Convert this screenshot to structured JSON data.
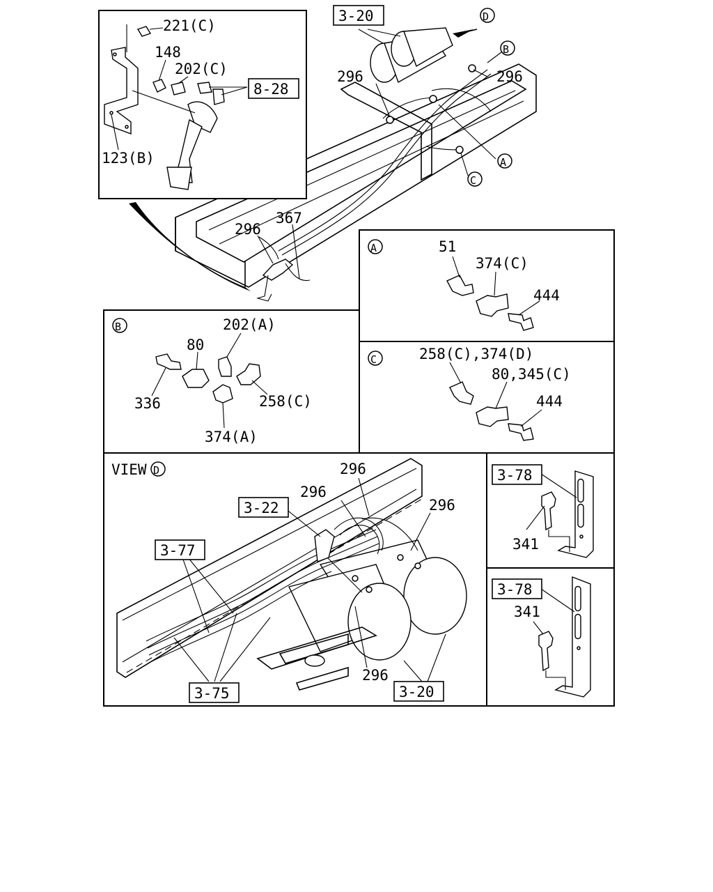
{
  "top": {
    "inset_labels": {
      "c221": "221(C)",
      "c148": "148",
      "c202c": "202(C)",
      "ref828": "8-28",
      "c123b": "123(B)"
    },
    "labels": {
      "ref320": "3-20",
      "viewD": "D",
      "markB": "B",
      "markA": "A",
      "markC": "C",
      "c296a": "296",
      "c296b": "296",
      "c296c": "296",
      "c367": "367"
    }
  },
  "panelA": {
    "marker": "A",
    "c51": "51",
    "c374c": "374(C)",
    "c444": "444"
  },
  "panelB": {
    "marker": "B",
    "c202a": "202(A)",
    "c80": "80",
    "c336": "336",
    "c258c": "258(C)",
    "c374a": "374(A)"
  },
  "panelC": {
    "marker": "C",
    "c258_374": "258(C),374(D)",
    "c80_345": "80,345(C)",
    "c444": "444"
  },
  "viewD": {
    "title": "VIEW",
    "marker": "D",
    "ref322": "3-22",
    "ref377": "3-77",
    "ref375": "3-75",
    "ref320": "3-20",
    "c296a": "296",
    "c296b": "296",
    "c296c": "296",
    "c296d": "296"
  },
  "bracket1": {
    "ref378": "3-78",
    "c341": "341"
  },
  "bracket2": {
    "ref378": "3-78",
    "c341": "341"
  }
}
